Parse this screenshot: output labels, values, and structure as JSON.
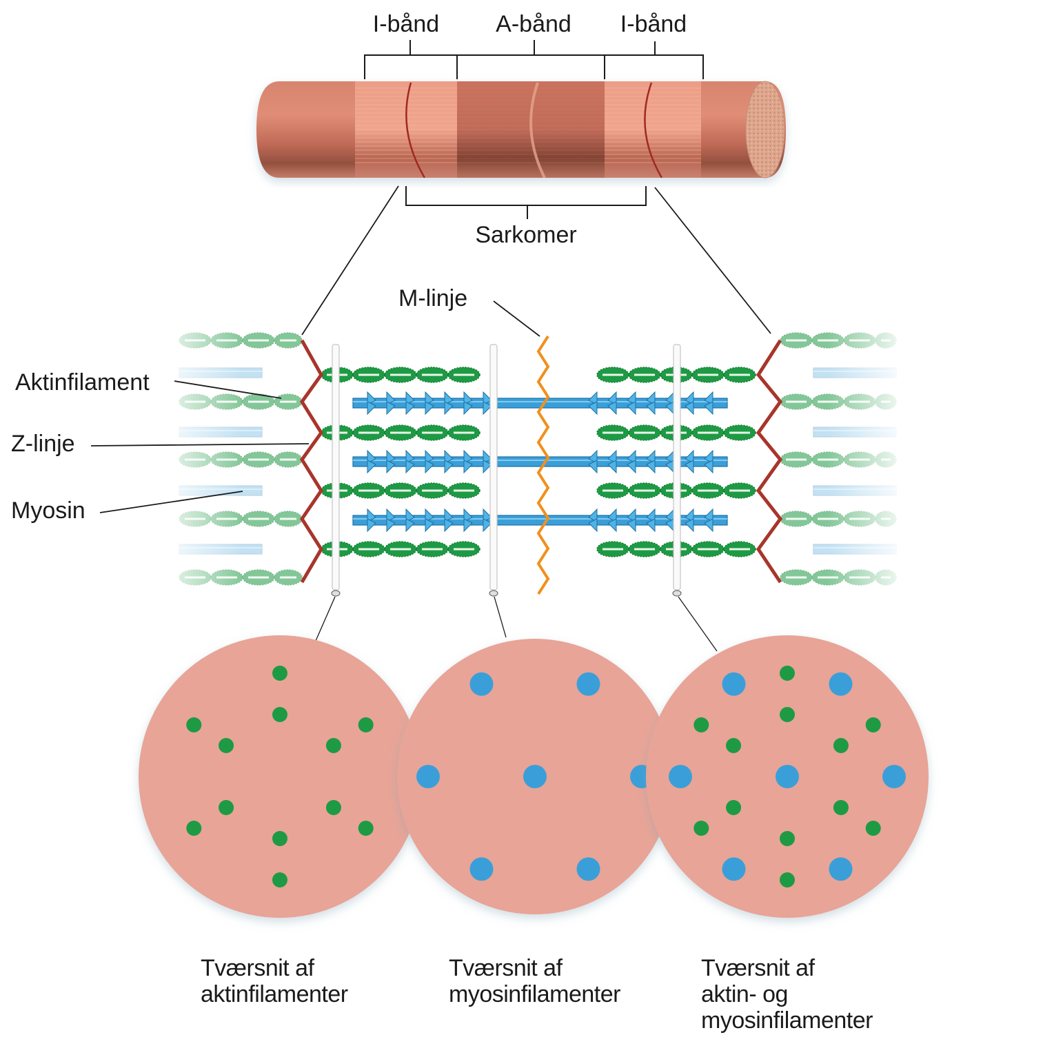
{
  "labels": {
    "top_bands": [
      "I-bånd",
      "A-bånd",
      "I-bånd"
    ],
    "sarcomere": "Sarkomer",
    "m_line": "M-linje",
    "actin_filament": "Aktinfilament",
    "z_line": "Z-linje",
    "myosin": "Myosin"
  },
  "cross_sections": [
    {
      "id": "actin",
      "caption_lines": [
        "Tværsnit af",
        "aktinfilamenter"
      ],
      "actin_dots": 12,
      "myosin_dots": 0
    },
    {
      "id": "myosin",
      "caption_lines": [
        "Tværsnit af",
        "myosinfilamenter"
      ],
      "actin_dots": 0,
      "myosin_dots": 7
    },
    {
      "id": "actin-myosin",
      "caption_lines": [
        "Tværsnit af",
        "aktin- og",
        "myosinfilamenter"
      ],
      "actin_dots": 12,
      "myosin_dots": 7
    }
  ],
  "colors": {
    "fiber": "#c9735f",
    "fiber_light": "#e9937c",
    "fiber_dark": "#8e4a3c",
    "z_line": "#a8352b",
    "m_line": "#f0901e",
    "actin": "#1e9a44",
    "myosin": "#3a9fd8",
    "cross_section_bg": "#e8a497",
    "label_line": "#1a1a1a"
  }
}
